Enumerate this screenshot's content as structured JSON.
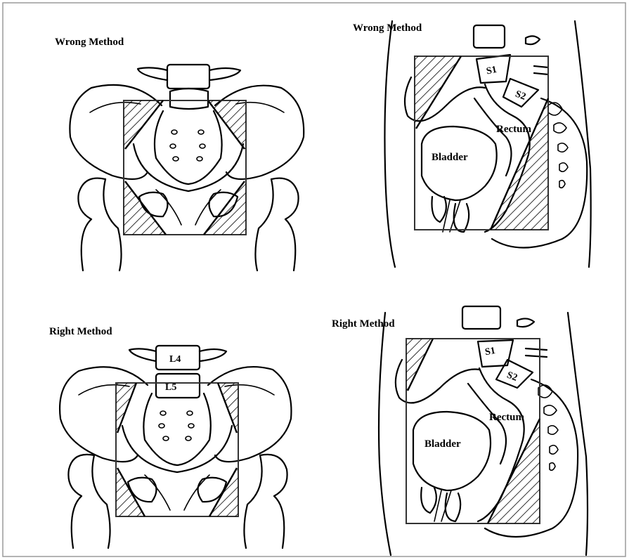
{
  "panels": {
    "top_left": {
      "title": "Wrong Method"
    },
    "top_right": {
      "title": "Wrong Method",
      "labels": {
        "bladder": "Bladder",
        "rectum": "Rectum",
        "s1": "S1",
        "s2": "S2"
      }
    },
    "bottom_left": {
      "title": "Right Method",
      "labels": {
        "l4": "L4",
        "l5": "L5"
      }
    },
    "bottom_right": {
      "title": "Right Method",
      "labels": {
        "bladder": "Bladder",
        "rectum": "Rectum",
        "s1": "S1",
        "s2": "S2"
      }
    }
  },
  "colors": {
    "border": "#9a9a9a",
    "line": "#000000",
    "field": "#333333"
  }
}
